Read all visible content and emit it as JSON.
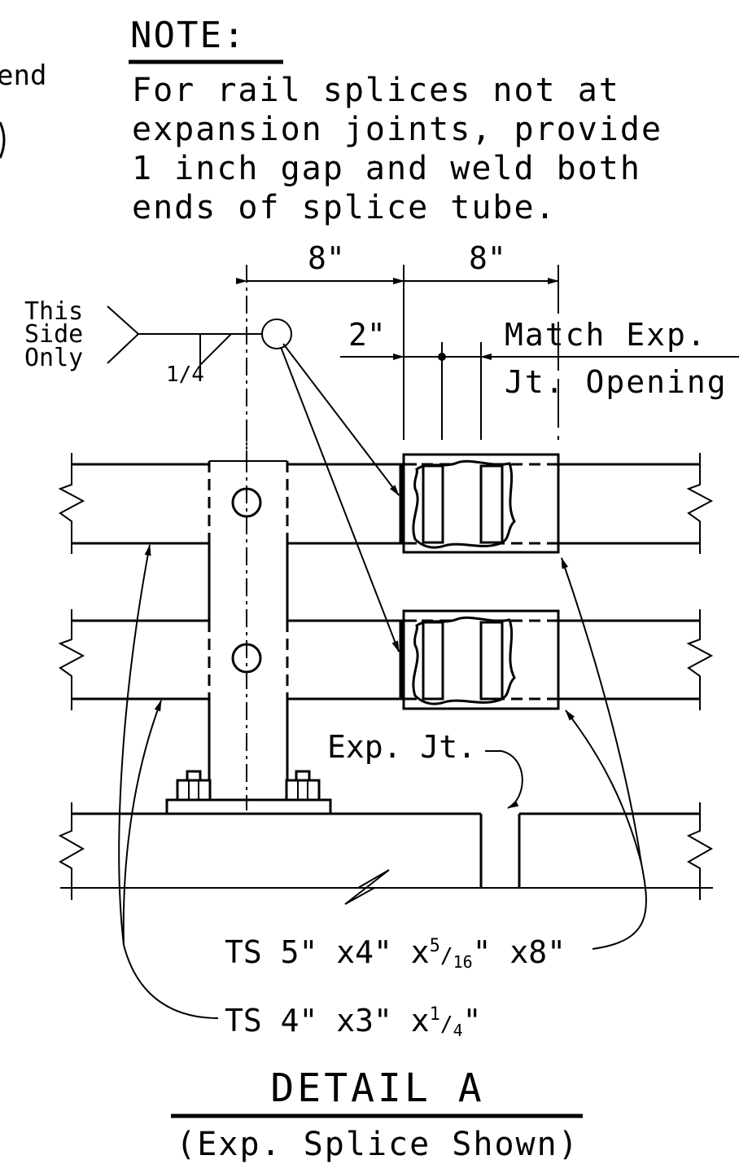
{
  "note": {
    "title": "NOTE:",
    "lines": [
      "For rail splices not at",
      "expansion joints, provide",
      "1 inch gap and weld both",
      "ends of splice tube."
    ]
  },
  "fragment_left": "end",
  "dimensions": {
    "left_8": "8\"",
    "right_8": "8\"",
    "gap_2": "2\"",
    "match_line1": "Match Exp.",
    "match_line2": "Jt. Opening"
  },
  "weld_symbol": {
    "side_line1": "This",
    "side_line2": "Side",
    "side_line3": "Only",
    "size": "1/4"
  },
  "labels": {
    "exp_jt": "Exp. Jt.",
    "ts_splice_prefix": "TS 5\" x4\" x",
    "ts_splice_frac_num": "5",
    "ts_splice_frac_den": "16",
    "ts_splice_suffix": "\" x8\"",
    "ts_rail_prefix": "TS 4\" x3\" x",
    "ts_rail_frac_num": "1",
    "ts_rail_frac_den": "4",
    "ts_rail_suffix": "\""
  },
  "title": {
    "main": "DETAIL A",
    "sub": "(Exp. Splice Shown)"
  }
}
